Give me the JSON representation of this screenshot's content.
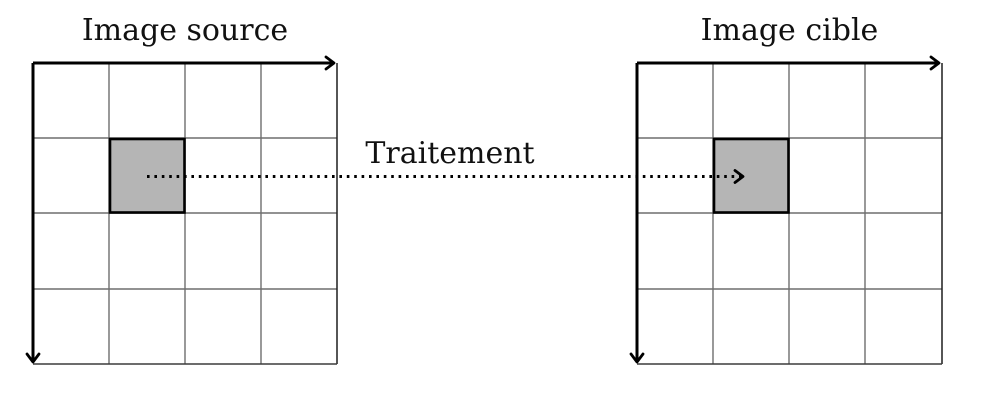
{
  "diagram": {
    "source_grid": {
      "title": "Image source",
      "rows": 4,
      "cols": 4,
      "highlighted_cell": {
        "row": 2,
        "col": 2
      }
    },
    "target_grid": {
      "title": "Image cible",
      "rows": 4,
      "cols": 4,
      "highlighted_cell": {
        "row": 2,
        "col": 2
      }
    },
    "arrow": {
      "label": "Traitement",
      "style": "dotted"
    },
    "colors": {
      "highlight_fill": "#b5b5b5",
      "axis": "#000000",
      "grid_line": "#6e6e6e"
    }
  }
}
